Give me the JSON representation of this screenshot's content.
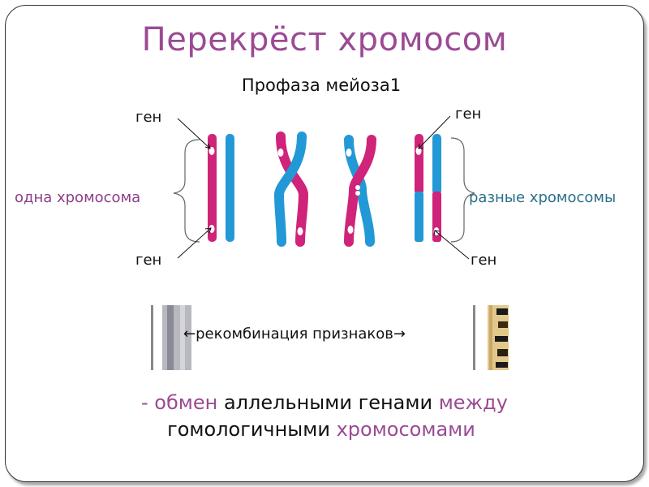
{
  "slide": {
    "title": "Перекрёст хромосом",
    "subtitle": "Профаза мейоза1"
  },
  "labels": {
    "gene_top_left": "ген",
    "gene_bottom_left": "ген",
    "gene_top_right": "ген",
    "gene_bottom_right": "ген",
    "one_chromosome": "одна хромосома",
    "different_chromosomes": "разные хромосомы",
    "recombination": "←рекомбинация признаков→"
  },
  "conclusion": {
    "dash_exchange": "- обмен",
    "allelic_genes": " аллельными генами ",
    "between": "между",
    "homologous": "гомологичными ",
    "chromosomes": "хромосомами"
  },
  "colors": {
    "title": "#9b4a94",
    "pink_chromosome": "#d0237a",
    "blue_chromosome": "#2299d6",
    "accent_text": "#9b4a94",
    "right_label": "#2a6f8a"
  }
}
